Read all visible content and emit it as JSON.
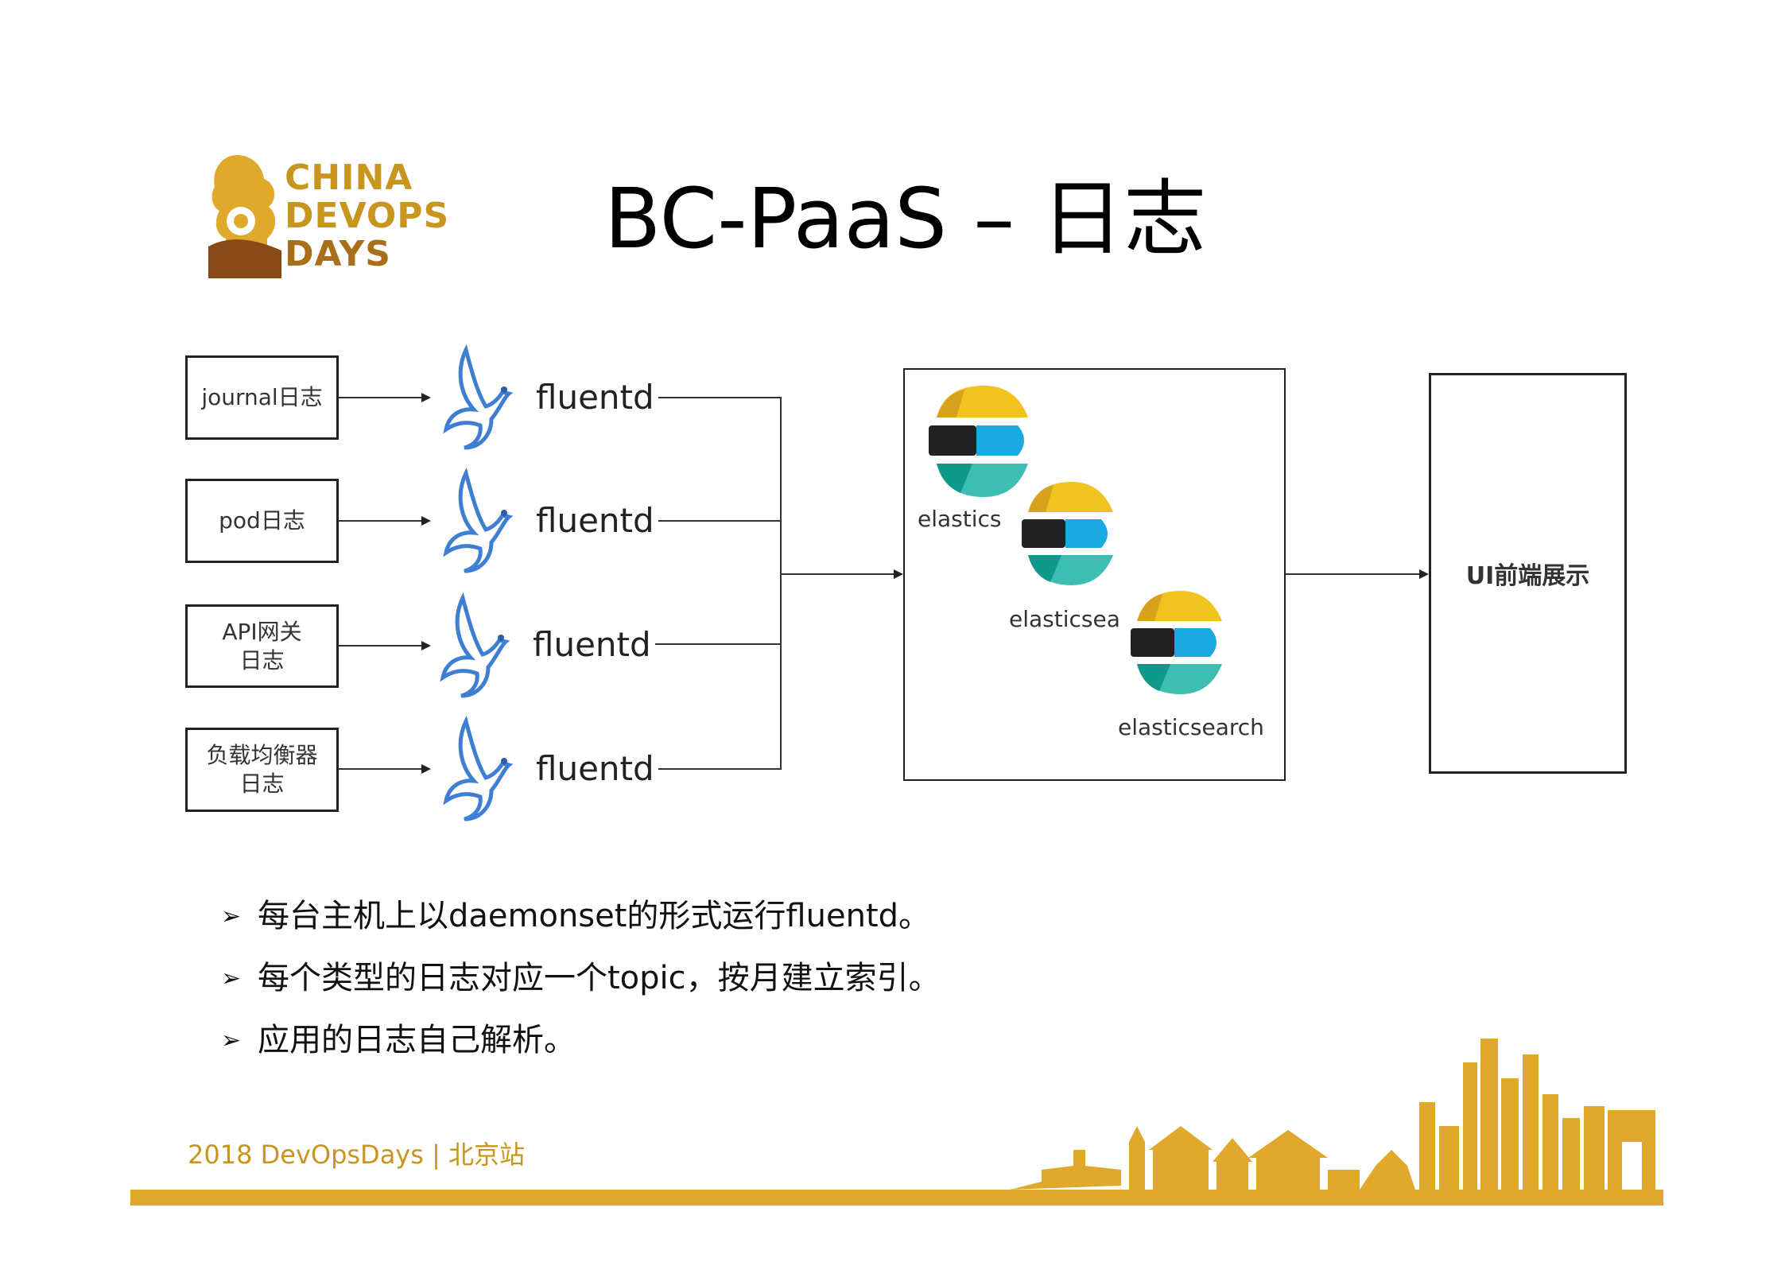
{
  "colors": {
    "logo_gold": "#c8961e",
    "logo_brown": "#8a4a17",
    "fluentd_blue": "#3f7fd3",
    "elastic_yellow": "#f0c320",
    "elastic_dark": "#222222",
    "elastic_blue": "#1ba9e1",
    "elastic_teal": "#3ebeb0",
    "footer_gold": "#e0a92c"
  },
  "logo": {
    "line1": "CHINA",
    "line2": "DEVOPS",
    "line3": "DAYS"
  },
  "title": "BC-PaaS – 日志",
  "sources": [
    {
      "lines": [
        "journal日志"
      ]
    },
    {
      "lines": [
        "pod日志"
      ]
    },
    {
      "lines": [
        "API网关",
        "日志"
      ]
    },
    {
      "lines": [
        "负载均衡器",
        "日志"
      ]
    }
  ],
  "fluentd_label": "fluentd",
  "elastic_labels": [
    "elastics",
    "elasticsea",
    "elasticsearch"
  ],
  "ui_box_label": "UI前端展示",
  "bullets": [
    "每台主机上以daemonset的形式运行fluentd。",
    "每个类型的日志对应一个topic，按月建立索引。",
    "应用的日志自己解析。"
  ],
  "bullet_marker": "➢",
  "footer": "2018  DevOpsDays | 北京站"
}
